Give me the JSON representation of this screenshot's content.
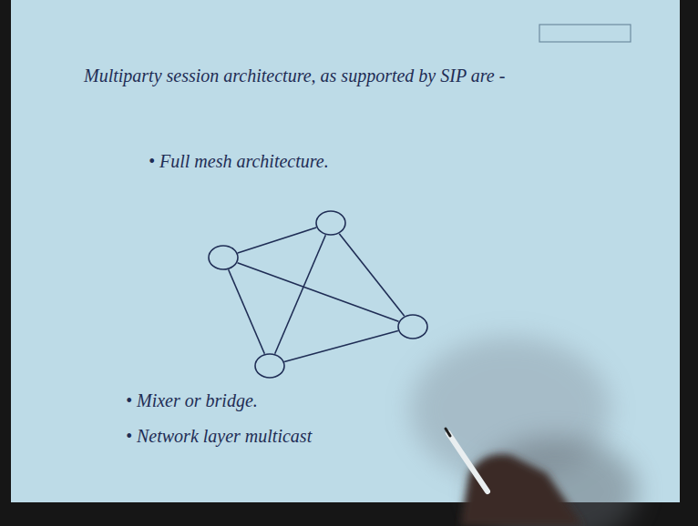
{
  "diagram": {
    "title": "Multiparty session architecture, as supported by SIP are -",
    "nodes": [
      {
        "text": []
      },
      {
        "text": []
      },
      {
        "text": []
      },
      {
        "text": []
      }
    ],
    "edges": [
      {
        "from": 0,
        "to": 1,
        "arrow": "none"
      },
      {
        "from": 0,
        "to": 2,
        "arrow": "none"
      },
      {
        "from": 0,
        "to": 3,
        "arrow": "none"
      },
      {
        "from": 1,
        "to": 2,
        "arrow": "none"
      },
      {
        "from": 1,
        "to": 3,
        "arrow": "none"
      },
      {
        "from": 3,
        "to": 2,
        "arrow": "none"
      }
    ],
    "labels": [
      "• Full mesh architecture.",
      "• Mixer or bridge.",
      "• Network layer multicast"
    ]
  }
}
